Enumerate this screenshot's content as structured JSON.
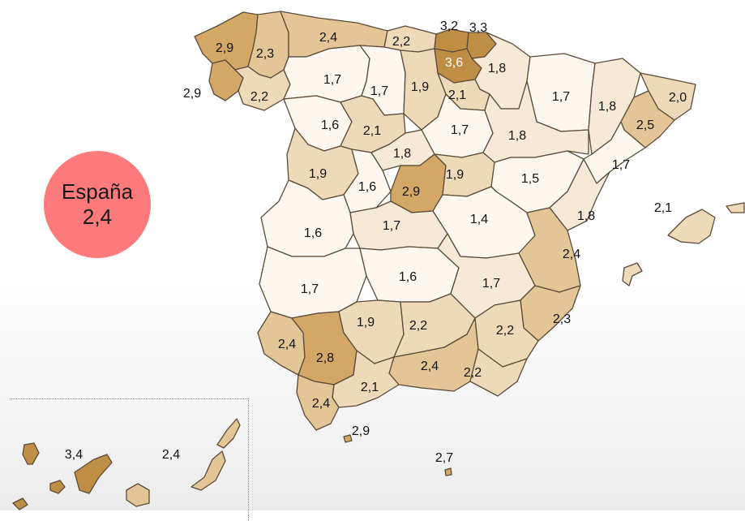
{
  "national": {
    "name": "España",
    "value": "2,4"
  },
  "colors": {
    "badge": "#fc7a7c",
    "scale": [
      "#fdf8ef",
      "#f6ead6",
      "#eed9b9",
      "#e4c596",
      "#d3a866",
      "#c08d45"
    ],
    "border": "#5a4a38"
  },
  "regions": [
    {
      "id": "a-coruna",
      "value": "2,9",
      "shade": 4
    },
    {
      "id": "lugo",
      "value": "2,3",
      "shade": 3
    },
    {
      "id": "asturias",
      "value": "2,4",
      "shade": 3
    },
    {
      "id": "pontevedra",
      "value": "2,9",
      "shade": 4
    },
    {
      "id": "ourense",
      "value": "2,2",
      "shade": 2
    },
    {
      "id": "leon",
      "value": "1,7",
      "shade": 0
    },
    {
      "id": "cantabria",
      "value": "2,2",
      "shade": 2
    },
    {
      "id": "bizkaia",
      "value": "3,2",
      "shade": 5
    },
    {
      "id": "gipuzkoa",
      "value": "3,3",
      "shade": 5
    },
    {
      "id": "alava",
      "value": "3,6",
      "shade": 5
    },
    {
      "id": "navarra",
      "value": "1,8",
      "shade": 1
    },
    {
      "id": "palencia",
      "value": "1,7",
      "shade": 0
    },
    {
      "id": "burgos",
      "value": "1,9",
      "shade": 2
    },
    {
      "id": "la-rioja",
      "value": "2,1",
      "shade": 2
    },
    {
      "id": "huesca",
      "value": "1,7",
      "shade": 0
    },
    {
      "id": "lleida",
      "value": "1,8",
      "shade": 1
    },
    {
      "id": "girona",
      "value": "2,0",
      "shade": 2
    },
    {
      "id": "barcelona",
      "value": "2,5",
      "shade": 3
    },
    {
      "id": "zamora",
      "value": "1,6",
      "shade": 0
    },
    {
      "id": "valladolid",
      "value": "2,1",
      "shade": 2
    },
    {
      "id": "soria",
      "value": "1,7",
      "shade": 0
    },
    {
      "id": "zaragoza",
      "value": "1,8",
      "shade": 1
    },
    {
      "id": "tarragona",
      "value": "1,7",
      "shade": 0
    },
    {
      "id": "segovia",
      "value": "1,8",
      "shade": 1
    },
    {
      "id": "salamanca",
      "value": "1,9",
      "shade": 2
    },
    {
      "id": "avila",
      "value": "1,6",
      "shade": 0
    },
    {
      "id": "madrid",
      "value": "2,9",
      "shade": 4
    },
    {
      "id": "guadalajara",
      "value": "1,9",
      "shade": 2
    },
    {
      "id": "teruel",
      "value": "1,5",
      "shade": 0
    },
    {
      "id": "castellon",
      "value": "1,8",
      "shade": 1
    },
    {
      "id": "baleares",
      "value": "2,1",
      "shade": 2
    },
    {
      "id": "caceres",
      "value": "1,6",
      "shade": 0
    },
    {
      "id": "toledo",
      "value": "1,7",
      "shade": 1
    },
    {
      "id": "cuenca",
      "value": "1,4",
      "shade": 0
    },
    {
      "id": "valencia",
      "value": "2,4",
      "shade": 3
    },
    {
      "id": "badajoz",
      "value": "1,7",
      "shade": 0
    },
    {
      "id": "ciudad-real",
      "value": "1,6",
      "shade": 0
    },
    {
      "id": "albacete",
      "value": "1,7",
      "shade": 1
    },
    {
      "id": "alicante",
      "value": "2,3",
      "shade": 3
    },
    {
      "id": "huelva",
      "value": "2,4",
      "shade": 3
    },
    {
      "id": "sevilla",
      "value": "2,8",
      "shade": 4
    },
    {
      "id": "cordoba",
      "value": "1,9",
      "shade": 2
    },
    {
      "id": "jaen",
      "value": "2,2",
      "shade": 2
    },
    {
      "id": "granada",
      "value": "2,4",
      "shade": 3
    },
    {
      "id": "murcia",
      "value": "2,2",
      "shade": 2
    },
    {
      "id": "almeria",
      "value": "2,2",
      "shade": 2
    },
    {
      "id": "malaga",
      "value": "2,1",
      "shade": 2
    },
    {
      "id": "cadiz",
      "value": "2,4",
      "shade": 3
    },
    {
      "id": "ceuta",
      "value": "2,9",
      "shade": 4
    },
    {
      "id": "melilla",
      "value": "2,7",
      "shade": 4
    },
    {
      "id": "sc-tenerife",
      "value": "3,4",
      "shade": 5
    },
    {
      "id": "las-palmas",
      "value": "2,4",
      "shade": 3
    }
  ]
}
